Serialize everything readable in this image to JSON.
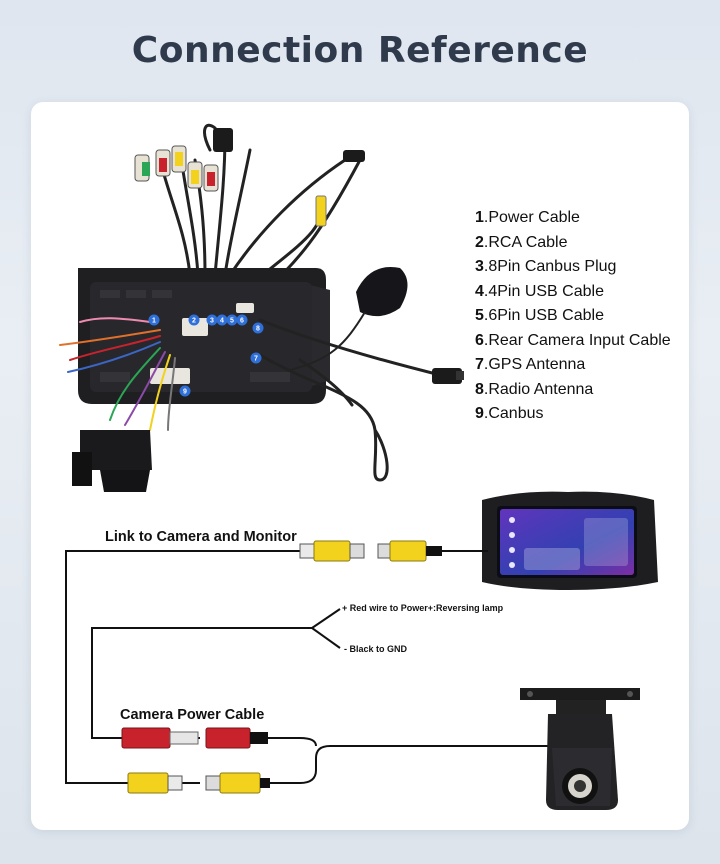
{
  "title": "Connection Reference",
  "legend": [
    {
      "num": "1",
      "label": ".Power Cable"
    },
    {
      "num": "2",
      "label": ".RCA Cable"
    },
    {
      "num": "3",
      "label": ".8Pin Canbus Plug"
    },
    {
      "num": "4",
      "label": ".4Pin USB Cable"
    },
    {
      "num": "5",
      "label": ".6Pin USB Cable"
    },
    {
      "num": "6",
      "label": ".Rear Camera Input Cable"
    },
    {
      "num": "7",
      "label": ".GPS Antenna"
    },
    {
      "num": "8",
      "label": ".Radio Antenna"
    },
    {
      "num": "9",
      "label": ".Canbus"
    }
  ],
  "wiring": {
    "link_label": "Link to Camera and Monitor",
    "red_wire_label": "Red wire to Power+:Reversing lamp",
    "black_wire_label": "Black to GND",
    "power_label": "Camera Power Cable",
    "plus_sign": "+",
    "minus_sign": "-"
  },
  "badges": [
    "1",
    "2",
    "3",
    "4",
    "5",
    "6",
    "7",
    "8",
    "9"
  ],
  "colors": {
    "title": "#2f3a4c",
    "rca_yellow": "#f2d21c",
    "power_red": "#c8232c",
    "unit_body": "#1f1f22",
    "badge_blue": "#2f6fd8"
  }
}
